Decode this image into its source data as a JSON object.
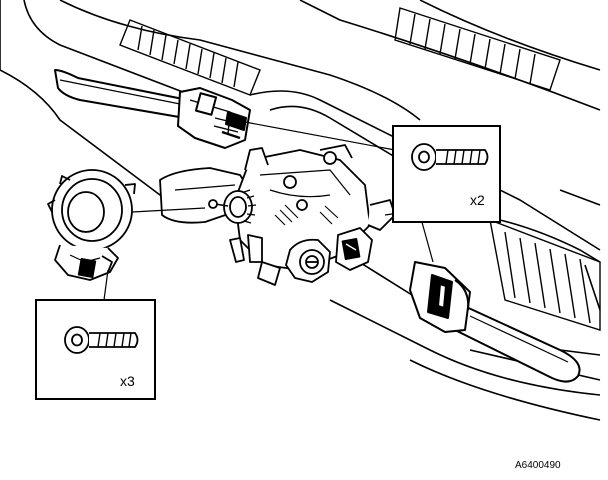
{
  "figure": {
    "reference_code": "A6400490",
    "callouts": [
      {
        "id": "upper-right",
        "quantity_label": "x2",
        "icon": "bolt-icon"
      },
      {
        "id": "lower-left",
        "quantity_label": "x3",
        "icon": "bolt-icon"
      }
    ],
    "colors": {
      "line": "#000000",
      "background": "#ffffff"
    }
  }
}
